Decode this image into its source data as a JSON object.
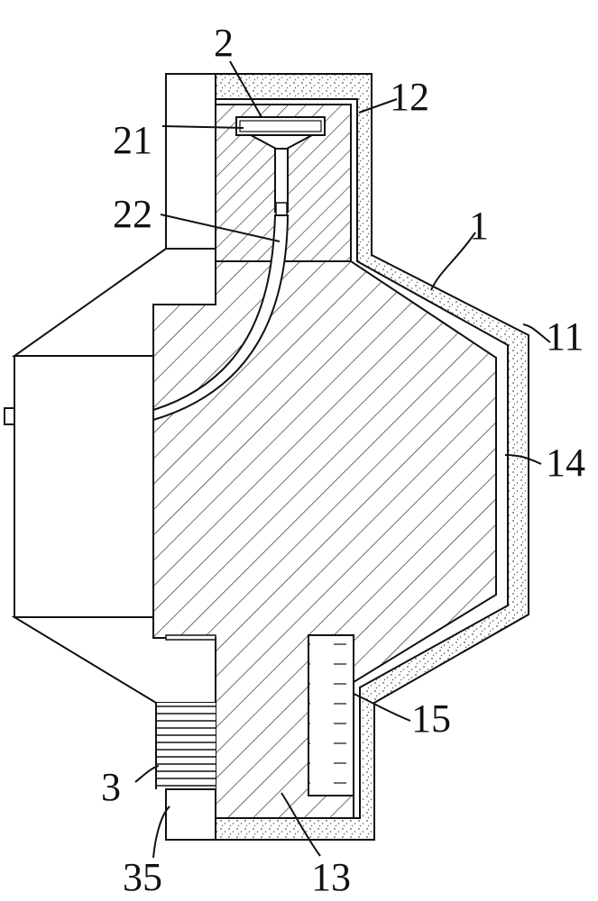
{
  "labels": {
    "l1": "1",
    "l2": "2",
    "l3": "3",
    "l11": "11",
    "l12": "12",
    "l13": "13",
    "l14": "14",
    "l15": "15",
    "l21": "21",
    "l22": "22",
    "l35": "35"
  },
  "colors": {
    "line": "#111111",
    "background": "#ffffff",
    "stipple": "#555555"
  }
}
